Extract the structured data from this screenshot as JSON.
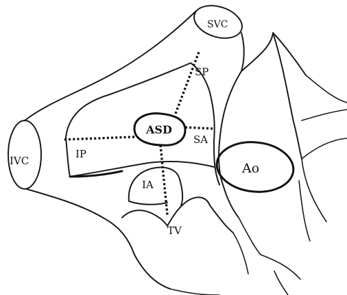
{
  "diagram": {
    "labels": {
      "svc": "SVC",
      "ivc": "IVC",
      "sp": "SP",
      "asd": "ASD",
      "ip": "IP",
      "sa": "SA",
      "ia": "IA",
      "tv": "TV",
      "ao": "Ao"
    }
  }
}
